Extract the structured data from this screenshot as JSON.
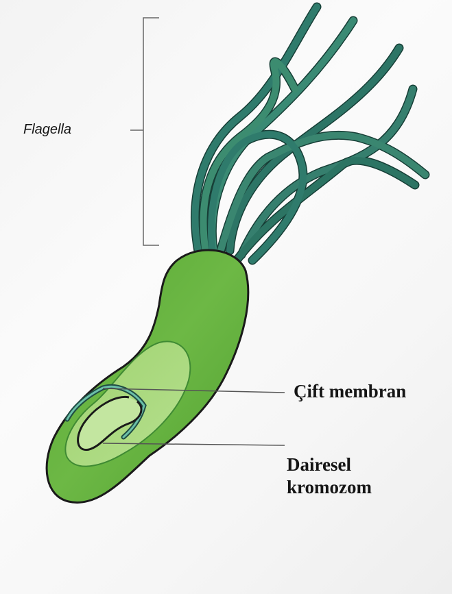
{
  "labels": {
    "flagella": "Flagella",
    "double_membrane": "Çift membran",
    "circular_chromosome_line1": "Dairesel",
    "circular_chromosome_line2": "kromozom"
  },
  "colors": {
    "cell_body": "#5fae3a",
    "cell_inner": "#a6d77b",
    "flagella": "#2f7b6c",
    "outline": "#1a1a1a",
    "pointer_line": "#555555"
  }
}
